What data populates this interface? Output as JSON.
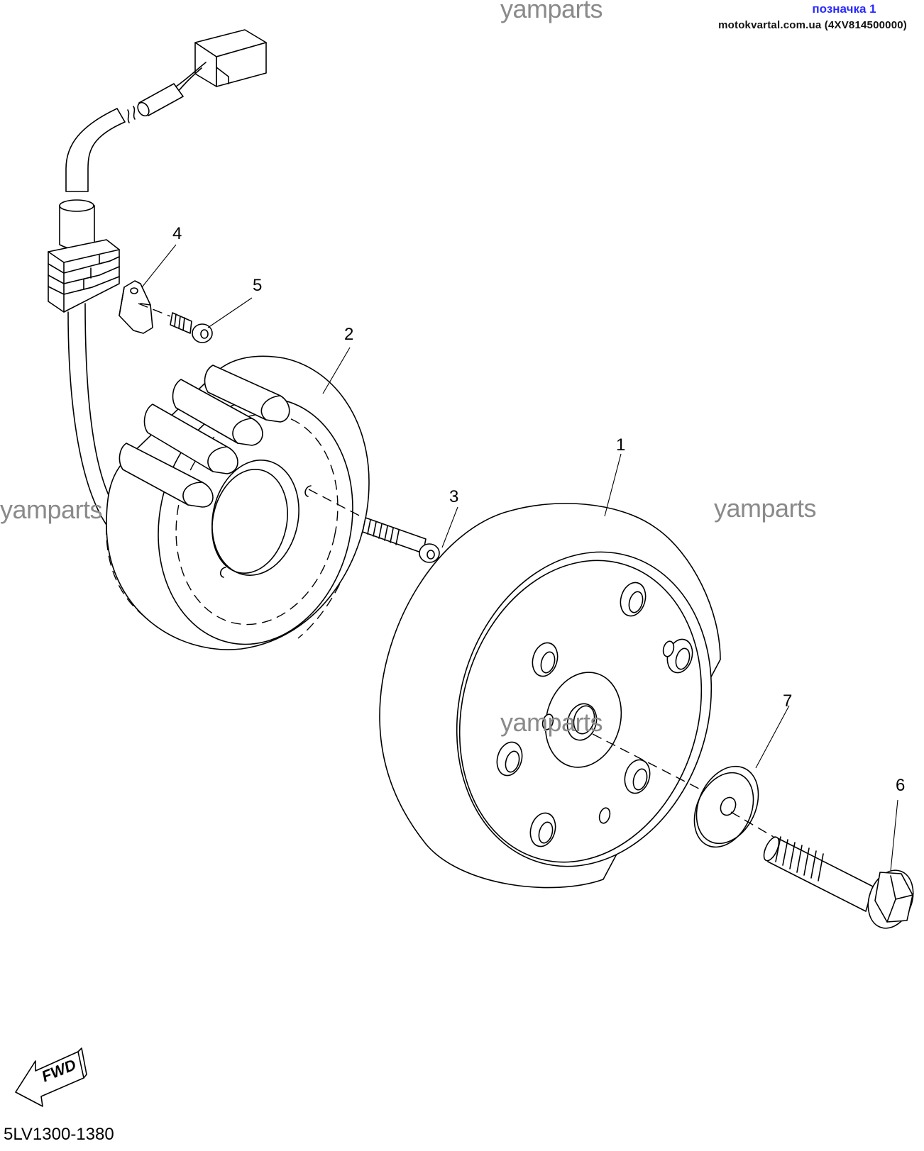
{
  "header": {
    "bookmark": "позначка 1",
    "site": "motokvartal.com.ua (4XV814500000)"
  },
  "watermarks": [
    "yamparts",
    "yamparts",
    "yamparts",
    "yamparts"
  ],
  "callouts": [
    "1",
    "2",
    "3",
    "4",
    "5",
    "6",
    "7"
  ],
  "fwd_label": "FWD",
  "diagram_code": "5LV1300-1380"
}
